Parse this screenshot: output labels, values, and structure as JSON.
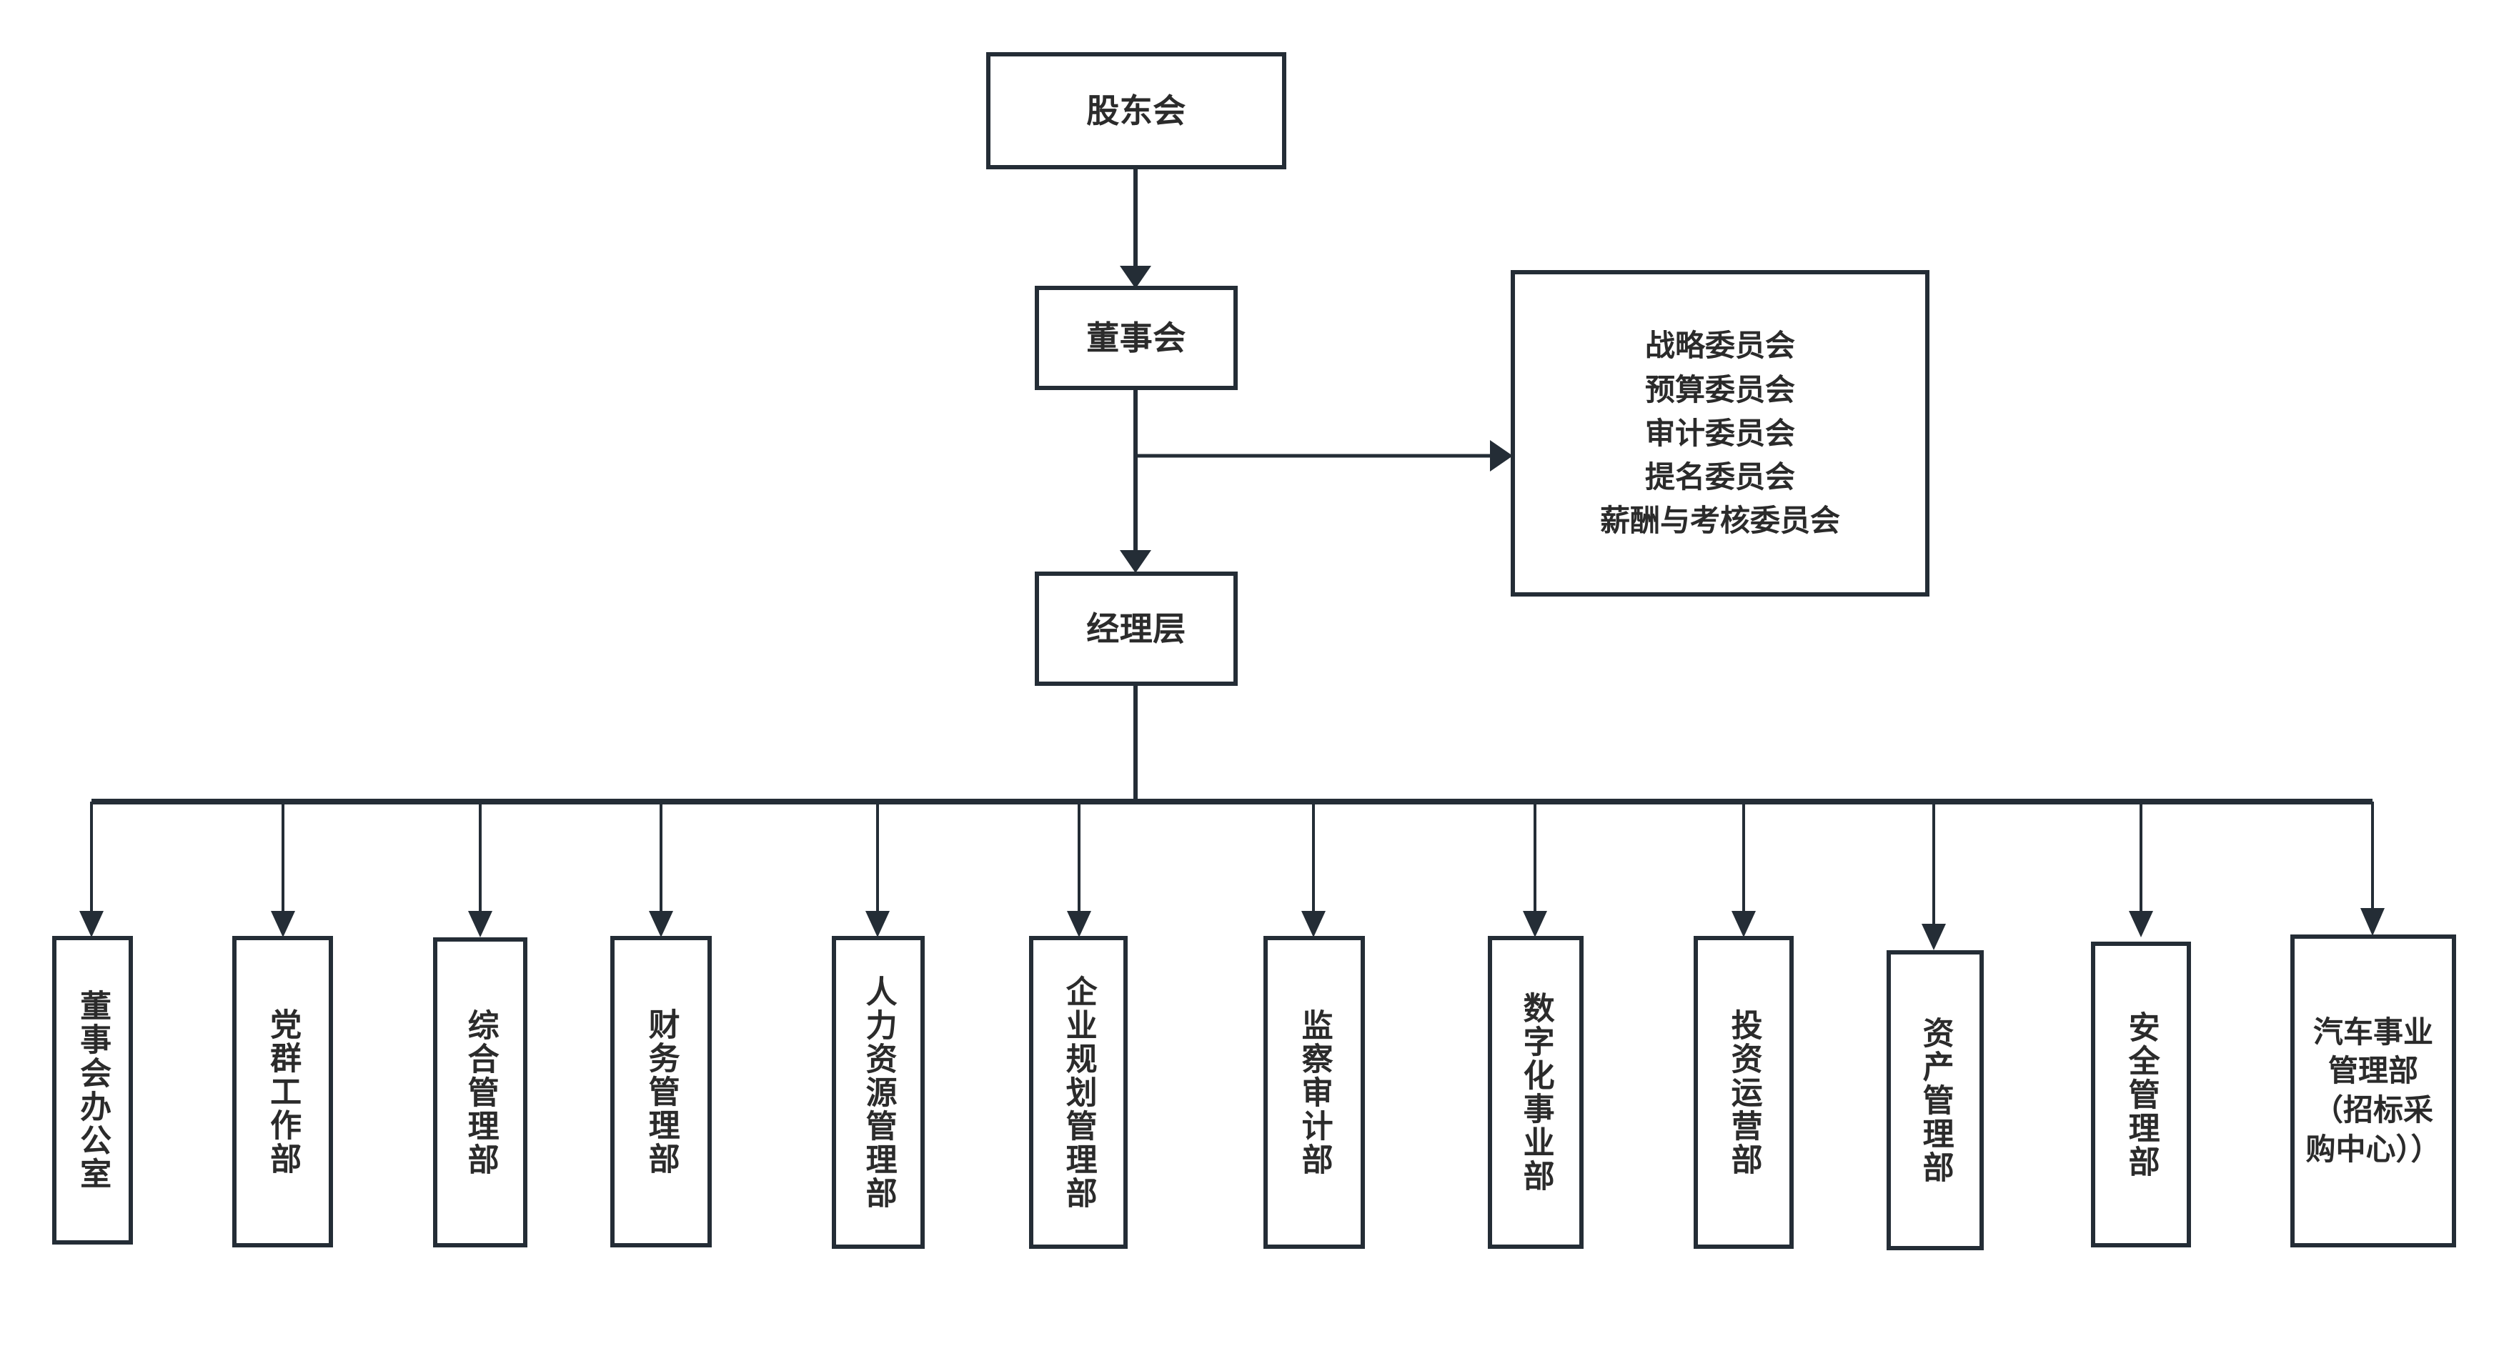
{
  "diagram": {
    "type": "organization-chart",
    "orientation": "top-down",
    "stroke_color": "#242d36",
    "text_color": "#2b2b2b",
    "background": "#ffffff"
  },
  "top_chain": [
    {
      "id": "shareholders",
      "label": "股东会"
    },
    {
      "id": "board",
      "label": "董事会"
    },
    {
      "id": "management",
      "label": "经理层"
    }
  ],
  "committee_panel": {
    "id": "committees",
    "items": [
      {
        "label": "战略委员会"
      },
      {
        "label": "预算委员会"
      },
      {
        "label": "审计委员会"
      },
      {
        "label": "提名委员会"
      },
      {
        "label": "薪酬与考核委员会"
      }
    ]
  },
  "departments": [
    {
      "id": "board-office",
      "label": "董事会办公室"
    },
    {
      "id": "party-affairs",
      "label": "党群工作部"
    },
    {
      "id": "general-admin",
      "label": "综合管理部"
    },
    {
      "id": "finance",
      "label": "财务管理部"
    },
    {
      "id": "human-resources",
      "label": "人力资源管理部"
    },
    {
      "id": "enterprise-planning",
      "label": "企业规划管理部"
    },
    {
      "id": "supervision-audit",
      "label": "监察审计部"
    },
    {
      "id": "digitalization",
      "label": "数字化事业部"
    },
    {
      "id": "investment-ops",
      "label": "投资运营部"
    },
    {
      "id": "asset-management",
      "label": "资产管理部"
    },
    {
      "id": "safety-management",
      "label": "安全管理部"
    },
    {
      "id": "automobile-division",
      "label": "汽车事业管理部（招标采购中心））"
    }
  ]
}
